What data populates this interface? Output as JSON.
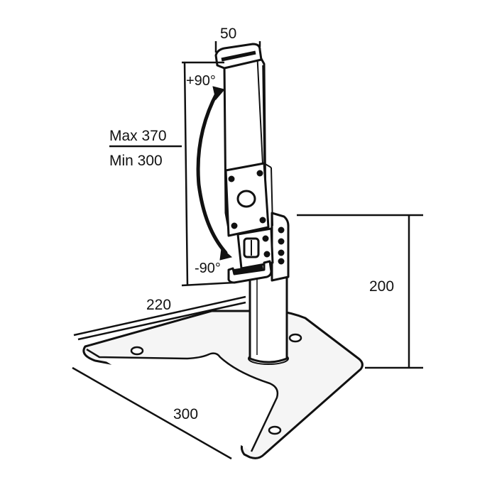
{
  "diagram": {
    "dimensions": {
      "width_top": "50",
      "height_range_max": "Max 370",
      "height_range_min": "Min 300",
      "tilt_up": "+90°",
      "tilt_down": "-90°",
      "post_height": "200",
      "base_depth": "220",
      "base_width": "300"
    },
    "colors": {
      "line": "#111111",
      "metal_fill": "#ffffff",
      "base_fill": "#f5f5f5",
      "background": "#ffffff"
    }
  }
}
